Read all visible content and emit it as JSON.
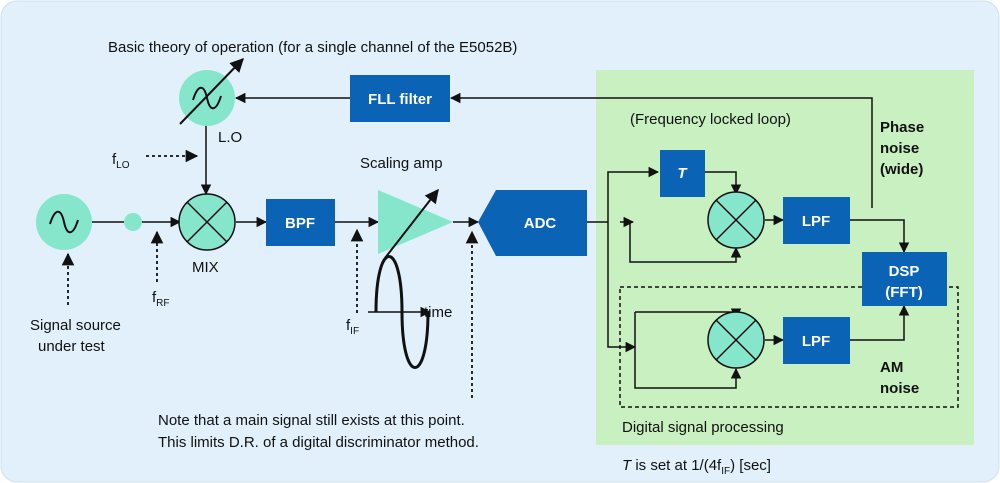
{
  "title": "Basic theory of operation (for a single channel of the E5052B)",
  "blocks": {
    "fll": "FLL filter",
    "bpf": "BPF",
    "adc": "ADC",
    "tau": "T",
    "lpf_top": "LPF",
    "lpf_bottom": "LPF",
    "dsp_line1": "DSP",
    "dsp_line2": "(FFT)"
  },
  "labels": {
    "lo": "L.O",
    "mix": "MIX",
    "scaling_amp": "Scaling amp",
    "time": "time",
    "f": "f",
    "lo_sub": "LO",
    "rf_sub": "RF",
    "if_sub": "IF",
    "signal_source_line1": "Signal source",
    "signal_source_line2": "under test",
    "fll_loop": "(Frequency locked loop)",
    "phase_noise_line1": "Phase",
    "phase_noise_line2": "noise",
    "phase_noise_line3": "(wide)",
    "am_noise_line1": "AM",
    "am_noise_line2": "noise",
    "dsp_area": "Digital signal processing",
    "note_line1": "Note that a main signal still exists at this point.",
    "note_line2": "This limits D.R. of a digital discriminator method.",
    "tau_note_prefix": "T",
    "tau_note_mid": " is set at 1/(4f",
    "tau_note_sub": "IF",
    "tau_note_suffix": ") [sec]"
  },
  "colors": {
    "background": "#e1f0fa",
    "green_area": "#c8f0c0",
    "block": "#0b63b5",
    "component": "#86e6cc"
  }
}
